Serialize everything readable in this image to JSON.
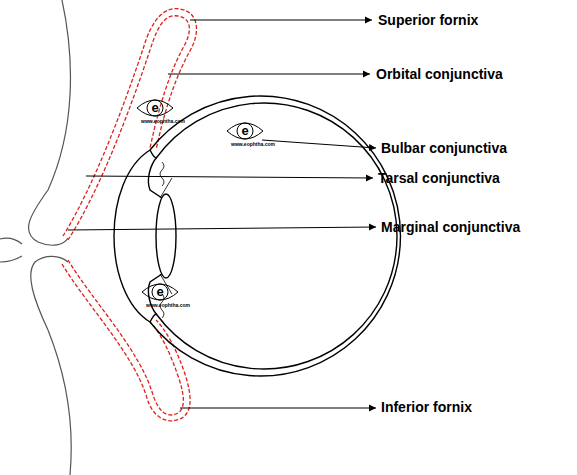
{
  "diagram": {
    "labels": [
      "Superior fornix",
      "Orbital conjunctiva",
      "Bulbar conjunctiva",
      "Tarsal conjunctiva",
      "Marginal conjunctiva",
      "Inferior fornix",
      "e",
      "www.eophtha.com",
      "e",
      "www.eophtha.com",
      "e",
      "www.eophtha.com"
    ]
  }
}
